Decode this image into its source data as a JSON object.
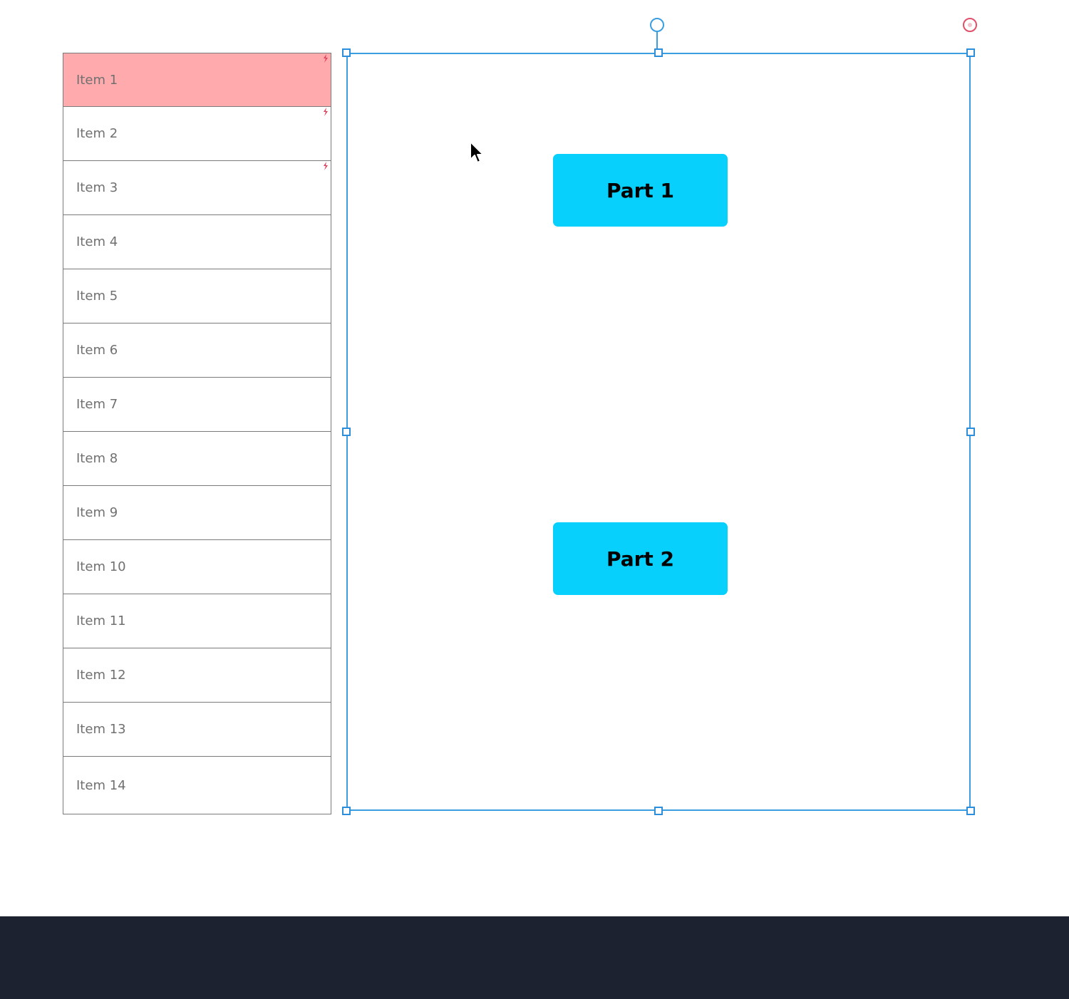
{
  "list": {
    "items": [
      {
        "label": "Item 1",
        "selected": true,
        "has_interaction": true
      },
      {
        "label": "Item 2",
        "selected": false,
        "has_interaction": true
      },
      {
        "label": "Item 3",
        "selected": false,
        "has_interaction": true
      },
      {
        "label": "Item 4",
        "selected": false,
        "has_interaction": false
      },
      {
        "label": "Item 5",
        "selected": false,
        "has_interaction": false
      },
      {
        "label": "Item 6",
        "selected": false,
        "has_interaction": false
      },
      {
        "label": "Item 7",
        "selected": false,
        "has_interaction": false
      },
      {
        "label": "Item 8",
        "selected": false,
        "has_interaction": false
      },
      {
        "label": "Item 9",
        "selected": false,
        "has_interaction": false
      },
      {
        "label": "Item 10",
        "selected": false,
        "has_interaction": false
      },
      {
        "label": "Item 11",
        "selected": false,
        "has_interaction": false
      },
      {
        "label": "Item 12",
        "selected": false,
        "has_interaction": false
      },
      {
        "label": "Item 13",
        "selected": false,
        "has_interaction": false
      },
      {
        "label": "Item 14",
        "selected": false,
        "has_interaction": false
      }
    ]
  },
  "canvas": {
    "part1_label": "Part 1",
    "part2_label": "Part 2"
  },
  "colors": {
    "selected_item": "#ffabad",
    "selection_frame": "#3a9ee0",
    "part_button": "#06d0fb",
    "delete_handle": "#e0506a",
    "interaction_marker": "#e0405a",
    "bottom_bar": "#1c2230"
  },
  "icons": {
    "interaction_marker": "lightning-icon",
    "rotate_handle": "rotate-handle-icon",
    "delete_handle": "delete-handle-icon",
    "cursor": "mouse-pointer-icon"
  }
}
